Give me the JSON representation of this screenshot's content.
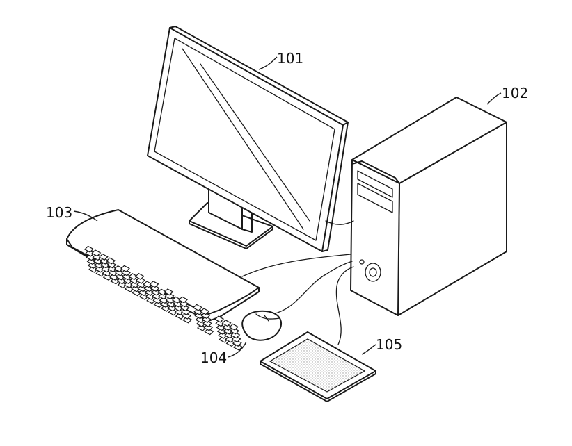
{
  "labels": {
    "monitor": "101",
    "computer_case": "102",
    "keyboard": "103",
    "mouse": "104",
    "pad": "105"
  }
}
